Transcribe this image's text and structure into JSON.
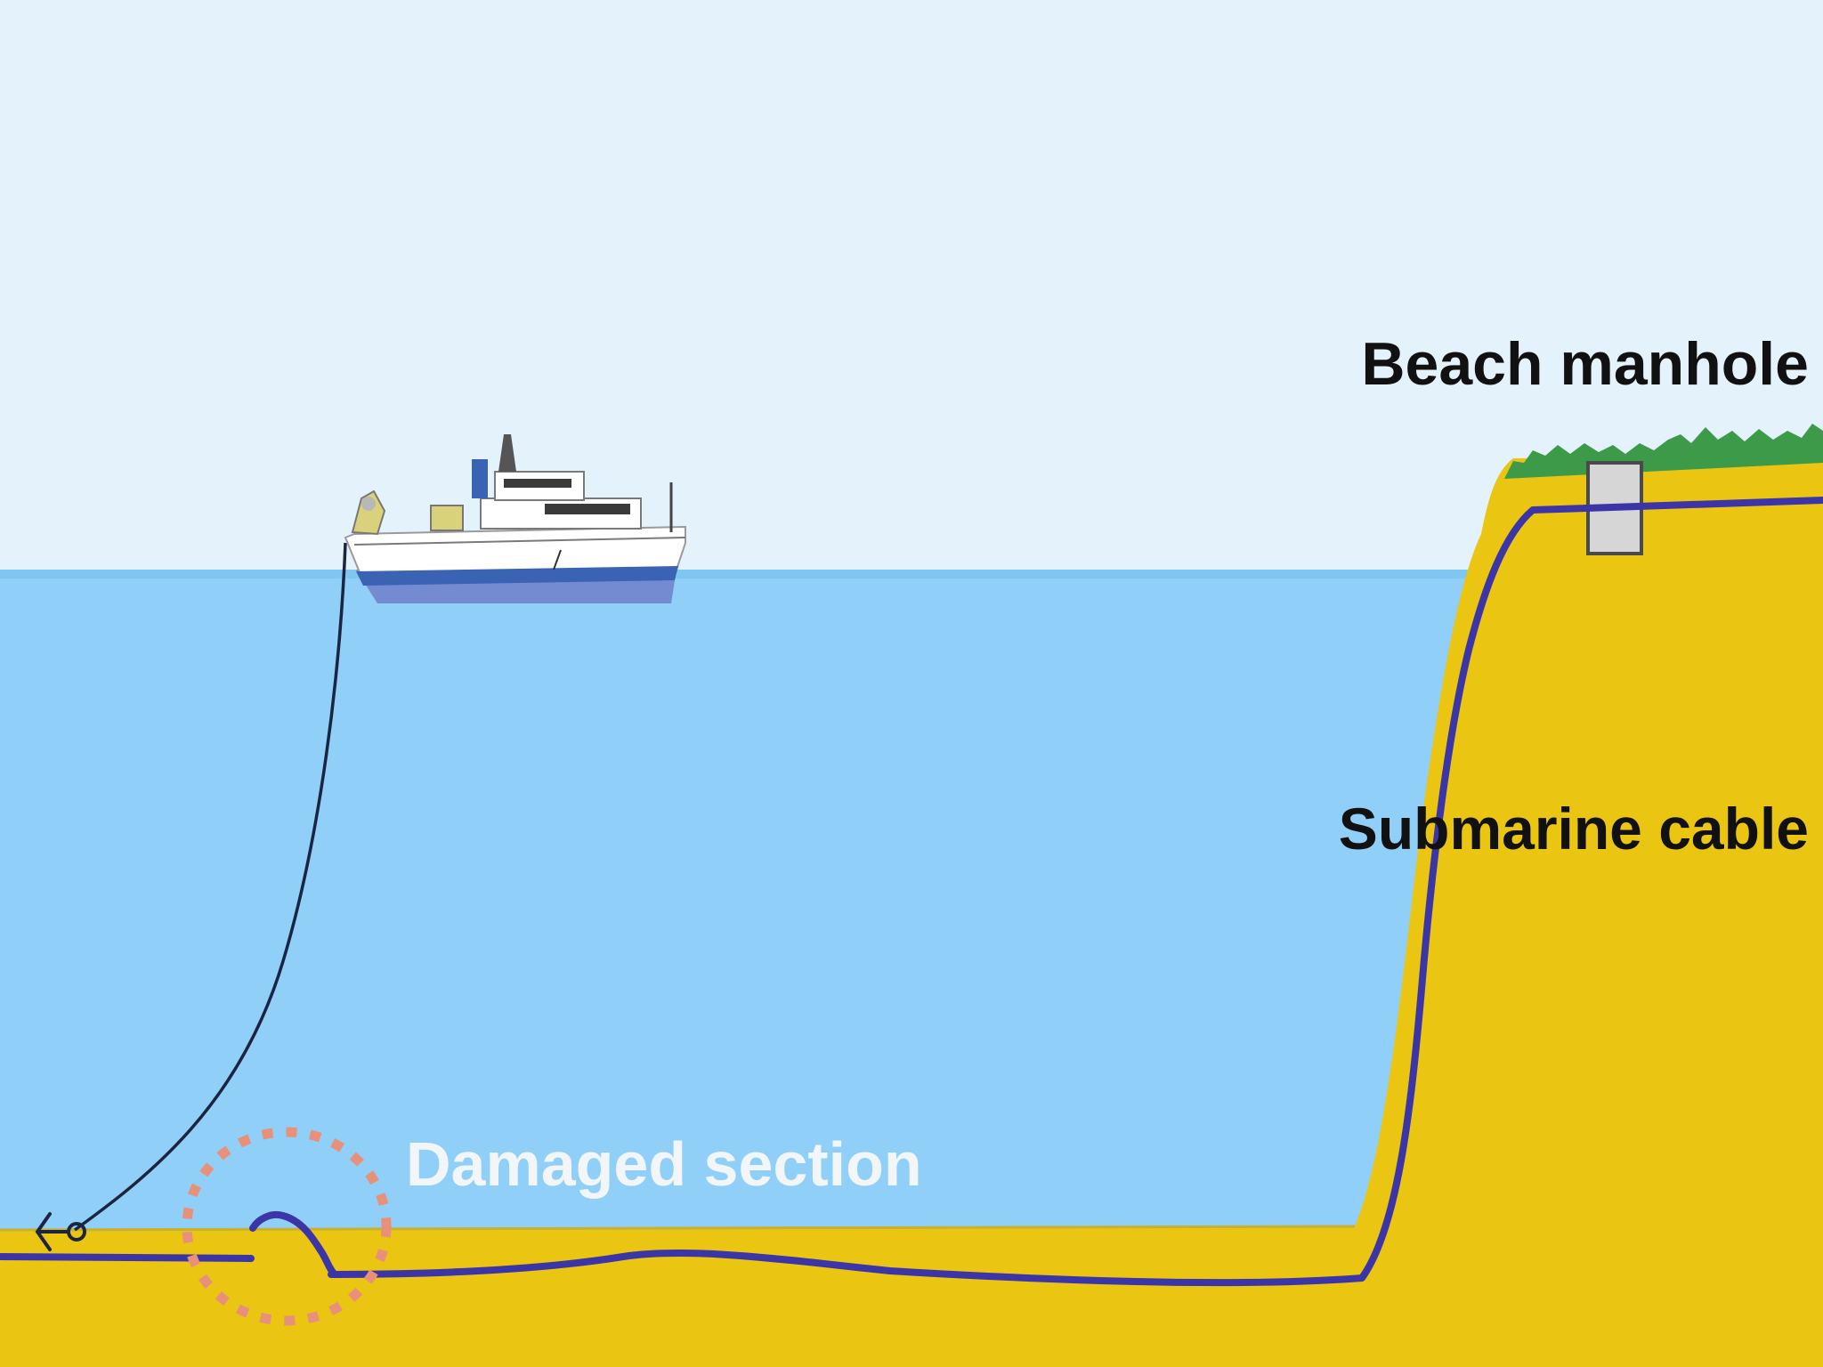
{
  "labels": {
    "beach_manhole": "Beach manhole",
    "submarine_cable": "Submarine cable",
    "damaged_section": "Damaged section"
  },
  "colors": {
    "sky": "#e3f2fb",
    "sea": "#90d0f8",
    "sea_surface": "#7fc6f2",
    "seabed": "#eac512",
    "cable": "#3c35a8",
    "grapnel_line": "#1b2440",
    "damage_ring": "#e8917a",
    "vegetation": "#3d9a48",
    "manhole": "#d6d6d6",
    "label_dark": "#111111",
    "label_light": "#f2f6f9",
    "ship_hull": "#ffffff",
    "ship_stripe": "#3a63b3"
  },
  "icons": {
    "ship": "cable-repair-ship-icon",
    "grapnel": "grapnel-hook-icon",
    "manhole": "manhole-box-icon"
  }
}
